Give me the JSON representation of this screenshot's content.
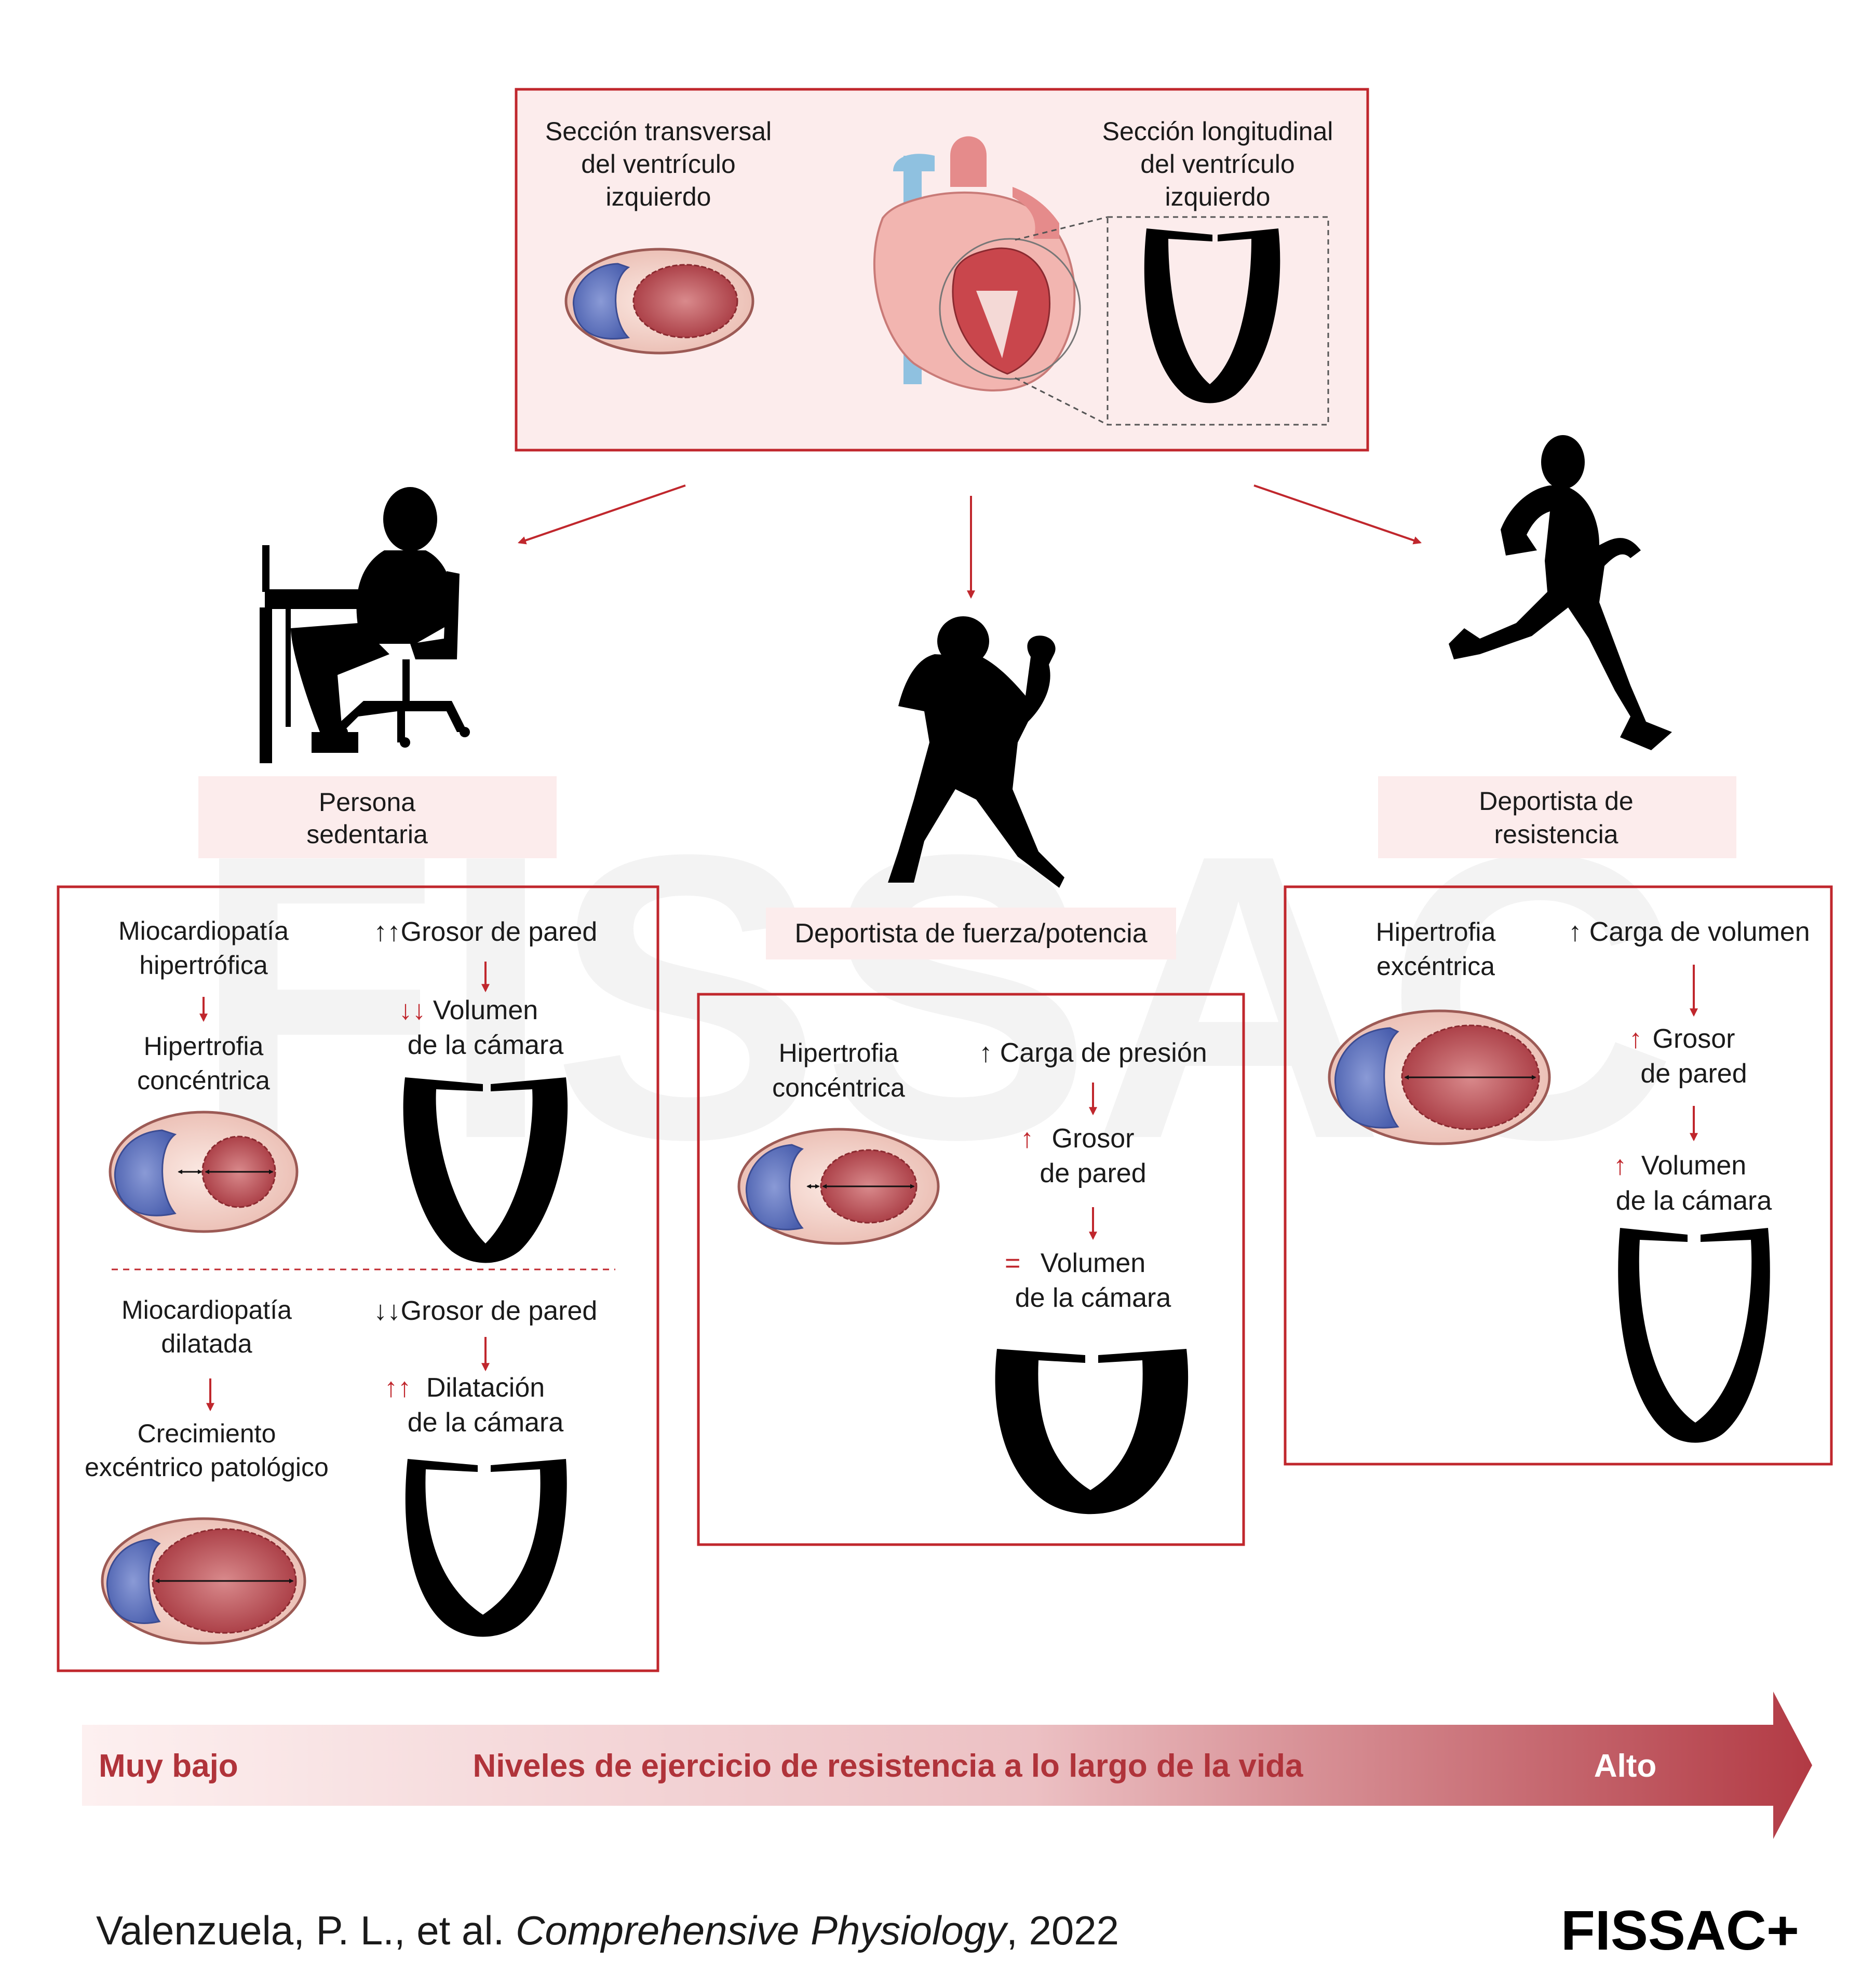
{
  "colors": {
    "accent": "#c0272d",
    "pink_fill": "#fbeaea",
    "band_start": "#fdf0f0",
    "band_end": "#b23a44",
    "lv_blue": "#5b6fb8",
    "lv_red": "#b8474f"
  },
  "top": {
    "transverse_label": [
      "Sección transversal",
      "del ventrículo",
      "izquierdo"
    ],
    "longitudinal_label": [
      "Sección longitudinal",
      "del ventrículo",
      "izquierdo"
    ]
  },
  "sedentary": {
    "title": [
      "Persona",
      "sedentaria"
    ],
    "hcm": {
      "name": [
        "Miocardiopatía",
        "hipertrófica"
      ],
      "result": [
        "Hipertrofia",
        "concéntrica"
      ],
      "wall": "↑↑Grosor de pared",
      "chamber_arrows": "↓↓",
      "chamber": [
        "Volumen",
        "de la cámara"
      ]
    },
    "dcm": {
      "name": [
        "Miocardiopatía",
        "dilatada"
      ],
      "result": [
        "Crecimiento",
        "excéntrico patológico"
      ],
      "wall": "↓↓Grosor de pared",
      "chamber_arrows": "↑↑",
      "chamber": [
        "Dilatación",
        "de la cámara"
      ]
    }
  },
  "strength": {
    "title": "Deportista de fuerza/potencia",
    "result": [
      "Hipertrofia",
      "concéntrica"
    ],
    "load": "↑ Carga de presión",
    "wall_arrow": "↑",
    "wall": [
      "Grosor",
      "de pared"
    ],
    "chamber_sign": "=",
    "chamber": [
      "Volumen",
      "de la cámara"
    ]
  },
  "endurance": {
    "title": [
      "Deportista de",
      "resistencia"
    ],
    "result": [
      "Hipertrofia",
      "excéntrica"
    ],
    "load": "↑ Carga de volumen",
    "wall_arrow": "↑",
    "wall": [
      "Grosor",
      "de pared"
    ],
    "chamber_arrow": "↑",
    "chamber": [
      "Volumen",
      "de la cámara"
    ]
  },
  "scale": {
    "low": "Muy bajo",
    "label": "Niveles de ejercicio de resistencia a lo largo de la vida",
    "high": "Alto"
  },
  "citation": {
    "authors": "Valenzuela, P. L., et al. ",
    "journal": "Comprehensive Physiology",
    "year": ", 2022"
  },
  "watermark": "FISSAC",
  "logo": "FISSAC+",
  "icons": [
    "heart-anatomy-icon",
    "lv-cross-section-icon",
    "lv-longitudinal-icon",
    "sedentary-person-icon",
    "football-player-icon",
    "runner-icon"
  ]
}
